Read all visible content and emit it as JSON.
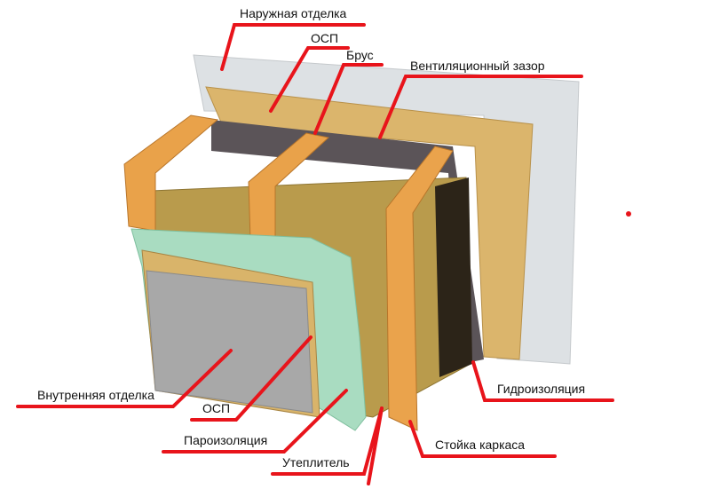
{
  "title": "Wall construction layers",
  "labels": {
    "outer_finish": "Наружная отделка",
    "osb_outer": "ОСП",
    "beam": "Брус",
    "vent_gap": "Вентиляционный зазор",
    "waterproofing": "Гидроизоляция",
    "frame_post": "Стойка каркаса",
    "inner_finish": "Внутренняя отделка",
    "osb_inner": "ОСП",
    "vapor_barrier": "Пароизоляция",
    "insulation": "Утеплитель"
  },
  "colors": {
    "leader": "#e8141b",
    "stucco": "#dfe3e6",
    "osb": "#d9b46a",
    "membrane": "#5a5357",
    "wood": "#e9a24a",
    "insulation": "#b89a4a",
    "vapor": "#a8dcc0",
    "drywall": "#a9a9a9"
  }
}
